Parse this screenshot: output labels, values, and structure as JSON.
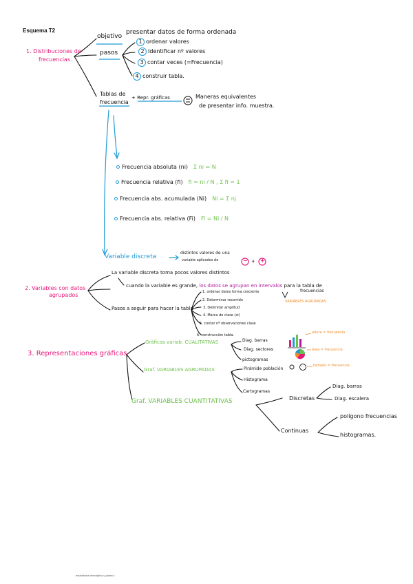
{
  "header": {
    "title": "Esquema T2"
  },
  "footer": {
    "text": "estadística descriptiva y ploteo i"
  },
  "colors": {
    "pink": "#e6197a",
    "green": "#6cc04a",
    "blue": "#1f9bd7",
    "orange": "#f08a24",
    "purple": "#b1199b"
  },
  "section1": {
    "title_line1": "1. Distribuciones de",
    "title_line2": "frecuencias.",
    "objetivo_label": "objetivo",
    "objetivo_text": "presentar datos de forma ordenada",
    "pasos_label": "pasos",
    "pasos": [
      {
        "num": "1",
        "text": "ordenar valores"
      },
      {
        "num": "2",
        "text": "Identificar nº valores"
      },
      {
        "num": "3",
        "text": "contar veces (=Frecuencia)"
      },
      {
        "num": "4",
        "text": "construir tabla."
      }
    ],
    "tablas_line1": "Tablas de",
    "tablas_line2": "frecuencia",
    "repr": "+ Repr. gráficas",
    "equiv_line1": "Maneras equivalentes",
    "equiv_line2": "de presentar info. muestra.",
    "frecuencias": [
      {
        "label": "Frecuencia absoluta (ni)",
        "formula": "Σ ni = N"
      },
      {
        "label": "Frecuencia relativa (fi)",
        "formula": "fi = ni / N ,  Σ fi = 1"
      },
      {
        "label": "Frecuencia abs. acumulada (Ni)",
        "formula": "Ni = Σ nj"
      },
      {
        "label": "Frecuencia abs. relativa (Fi)",
        "formula": "Fi = Ni / N"
      }
    ],
    "discreta_label": "Variable discreta",
    "discreta_line1": "distintos valores de una",
    "discreta_line2": "variable aplicados de",
    "minus": "−",
    "plus": "+",
    "to": "a"
  },
  "section2": {
    "title_line1": "2. Variables con datos",
    "title_line2": "agrupados",
    "line1": "La variable discreta toma pocos valores distintos",
    "line2a": "cuando la variable es grande,",
    "line2b": "los datos se agrupan en intervalos",
    "line2c": "para la tabla de",
    "line2d": "frecuencias",
    "pasos_label": "Pasos a seguir para hacer la tabla",
    "pasos": [
      "1. ordenar datos forma creciente",
      "2. Determinar recorrido",
      "3. Delimitar amplitud",
      "4. Marca de clase (xi)",
      "5. contar nº observaciones clase",
      "6. construcción tabla."
    ],
    "note": "VARIABLES AGRUPADAS"
  },
  "section3": {
    "title": "3. Representaciones gráficas",
    "cualitativas": "Gráficas variab. CUALITATIVAS",
    "cual_items": [
      "Diag. barras",
      "Diag. sectores",
      "pictogramas"
    ],
    "cual_notes": [
      "altura = frecuencia",
      "área = frecuencia",
      "tamaño = frecuencia"
    ],
    "agrupadas": "Graf. VARIABLES AGRUPADAS",
    "agr_items": [
      "Pirámide población",
      "Histograma",
      "Cartogramas"
    ],
    "cuantitativas": "Graf. VARIABLES CUANTITATIVAS",
    "discretas": "Discretas",
    "disc_items": [
      "Diag. barras",
      "Diag. escalera"
    ],
    "continuas": "Continuas",
    "cont_items": [
      "polígono frecuencias",
      "histogramas."
    ]
  }
}
